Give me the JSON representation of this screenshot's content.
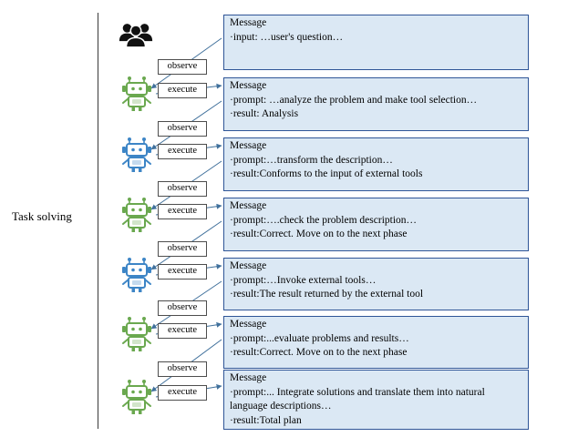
{
  "diagram": {
    "task_label": "Task solving",
    "labels": {
      "observe": "observe",
      "execute": "execute"
    },
    "colors": {
      "message_fill": "#dbe8f4",
      "message_border": "#2f5597",
      "arrow": "#41719c",
      "robot_green": "#6aa84f",
      "robot_blue": "#3d85c6",
      "user_icon": "#111111",
      "action_border": "#4d4d4d"
    },
    "rows": [
      {
        "agent": "user-group",
        "actions": [
          "observe"
        ],
        "message": {
          "title": "Message",
          "lines": [
            "·input: …user's question…"
          ]
        }
      },
      {
        "agent": "robot-green",
        "actions": [
          "execute",
          "observe"
        ],
        "message": {
          "title": "Message",
          "lines": [
            "·prompt: …analyze the problem and make tool selection…",
            "·result: Analysis"
          ]
        }
      },
      {
        "agent": "robot-blue",
        "actions": [
          "execute",
          "observe"
        ],
        "message": {
          "title": "Message",
          "lines": [
            "·prompt:…transform the description…",
            "·result:Conforms to the input of external tools"
          ]
        }
      },
      {
        "agent": "robot-green",
        "actions": [
          "execute",
          "observe"
        ],
        "message": {
          "title": "Message",
          "lines": [
            "·prompt:….check the problem description…",
            "·result:Correct. Move on to the next phase"
          ]
        }
      },
      {
        "agent": "robot-blue",
        "actions": [
          "execute",
          "observe"
        ],
        "message": {
          "title": "Message",
          "lines": [
            "·prompt:…Invoke external tools…",
            "·result:The result returned by the external tool"
          ]
        }
      },
      {
        "agent": "robot-green",
        "actions": [
          "execute",
          "observe"
        ],
        "message": {
          "title": "Message",
          "lines": [
            "·prompt:...evaluate problems and results…",
            "·result:Correct. Move on to the next phase"
          ]
        }
      },
      {
        "agent": "robot-green",
        "actions": [
          "execute"
        ],
        "message": {
          "title": "Message",
          "lines": [
            "·prompt:... Integrate solutions and translate them into natural language descriptions…",
            "·result:Total plan"
          ]
        }
      }
    ]
  }
}
